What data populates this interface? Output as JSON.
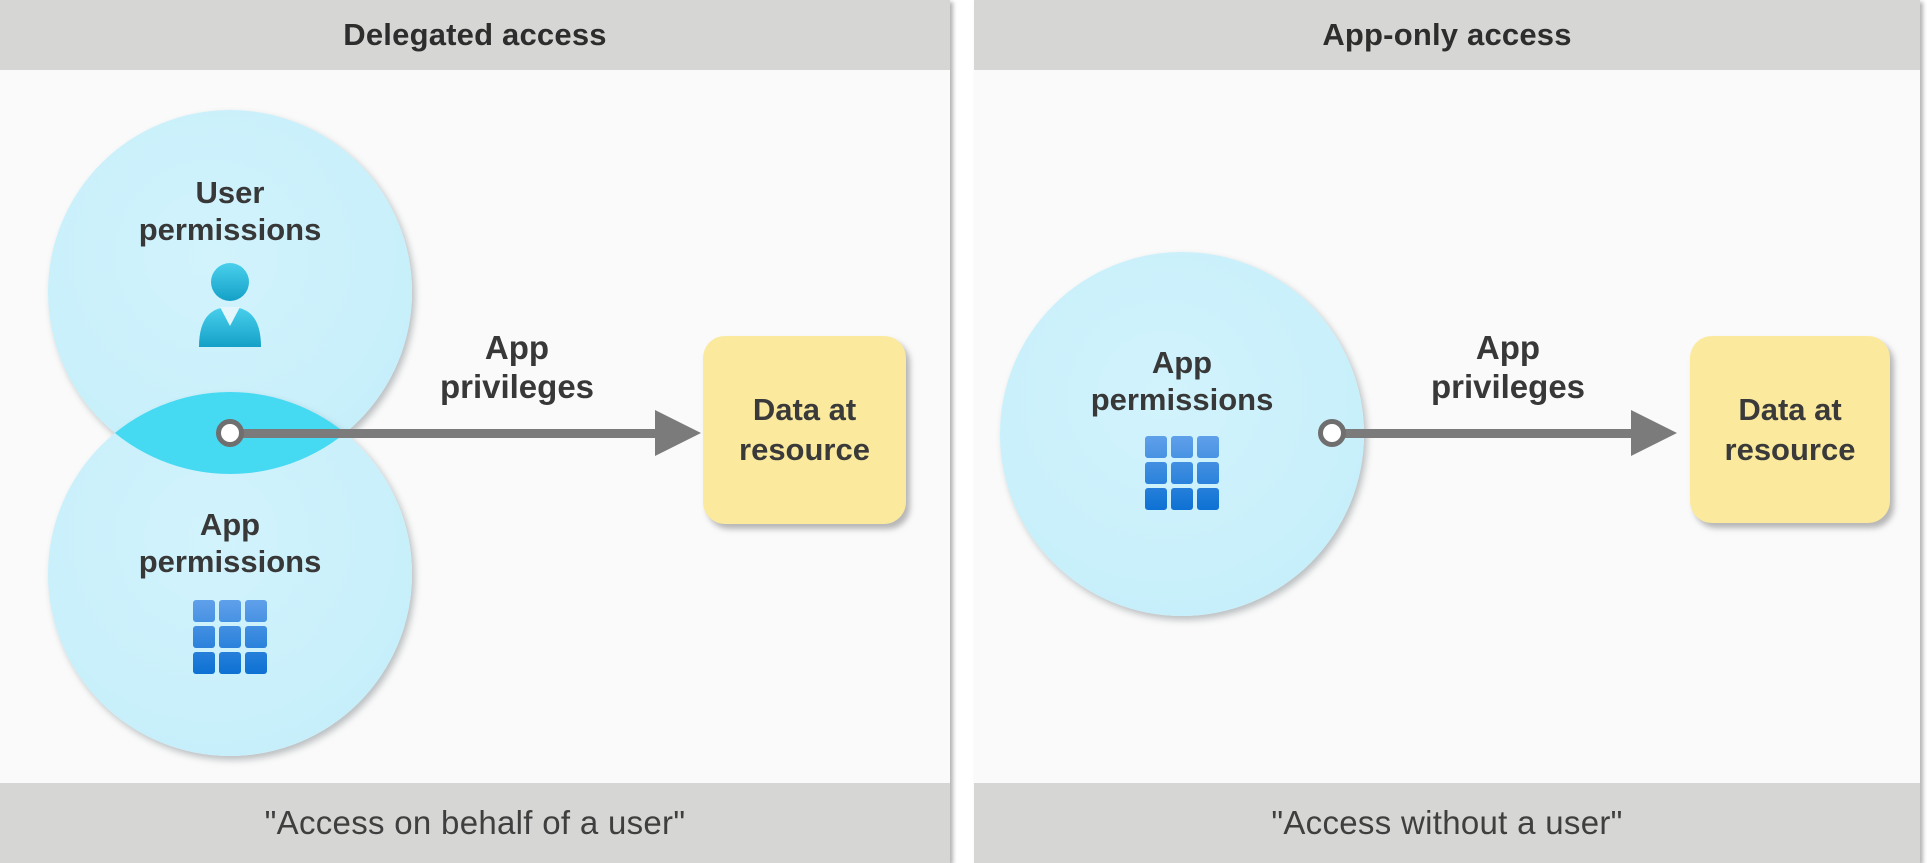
{
  "panels": [
    {
      "title": "Delegated access",
      "caption": "\"Access on behalf of a user\"",
      "circles": [
        {
          "line1": "User",
          "line2": "permissions",
          "icon": "person-icon"
        },
        {
          "line1": "App",
          "line2": "permissions",
          "icon": "app-grid-icon"
        }
      ],
      "overlap": "user-and-app-permissions-intersection",
      "arrow_label": {
        "line1": "App",
        "line2": "privileges"
      },
      "target": {
        "line1": "Data at",
        "line2": "resource"
      }
    },
    {
      "title": "App-only access",
      "caption": "\"Access without a user\"",
      "circles": [
        {
          "line1": "App",
          "line2": "permissions",
          "icon": "app-grid-icon"
        }
      ],
      "arrow_label": {
        "line1": "App",
        "line2": "privileges"
      },
      "target": {
        "line1": "Data at",
        "line2": "resource"
      }
    }
  ],
  "colors": {
    "header_footer_bg": "#d6d6d4",
    "panel_bg": "#fafafa",
    "circle_fill": "#c9f0fb",
    "overlap_fill": "#46d9f2",
    "target_fill": "#fbea9d",
    "arrow_gray": "#7b7b7b",
    "text_dark": "#383838",
    "person_icon_top": "#4ad0ed",
    "person_icon_bottom": "#14a0c7",
    "grid_icon_top": "#60a0ea",
    "grid_icon_bottom": "#0d71d3"
  }
}
